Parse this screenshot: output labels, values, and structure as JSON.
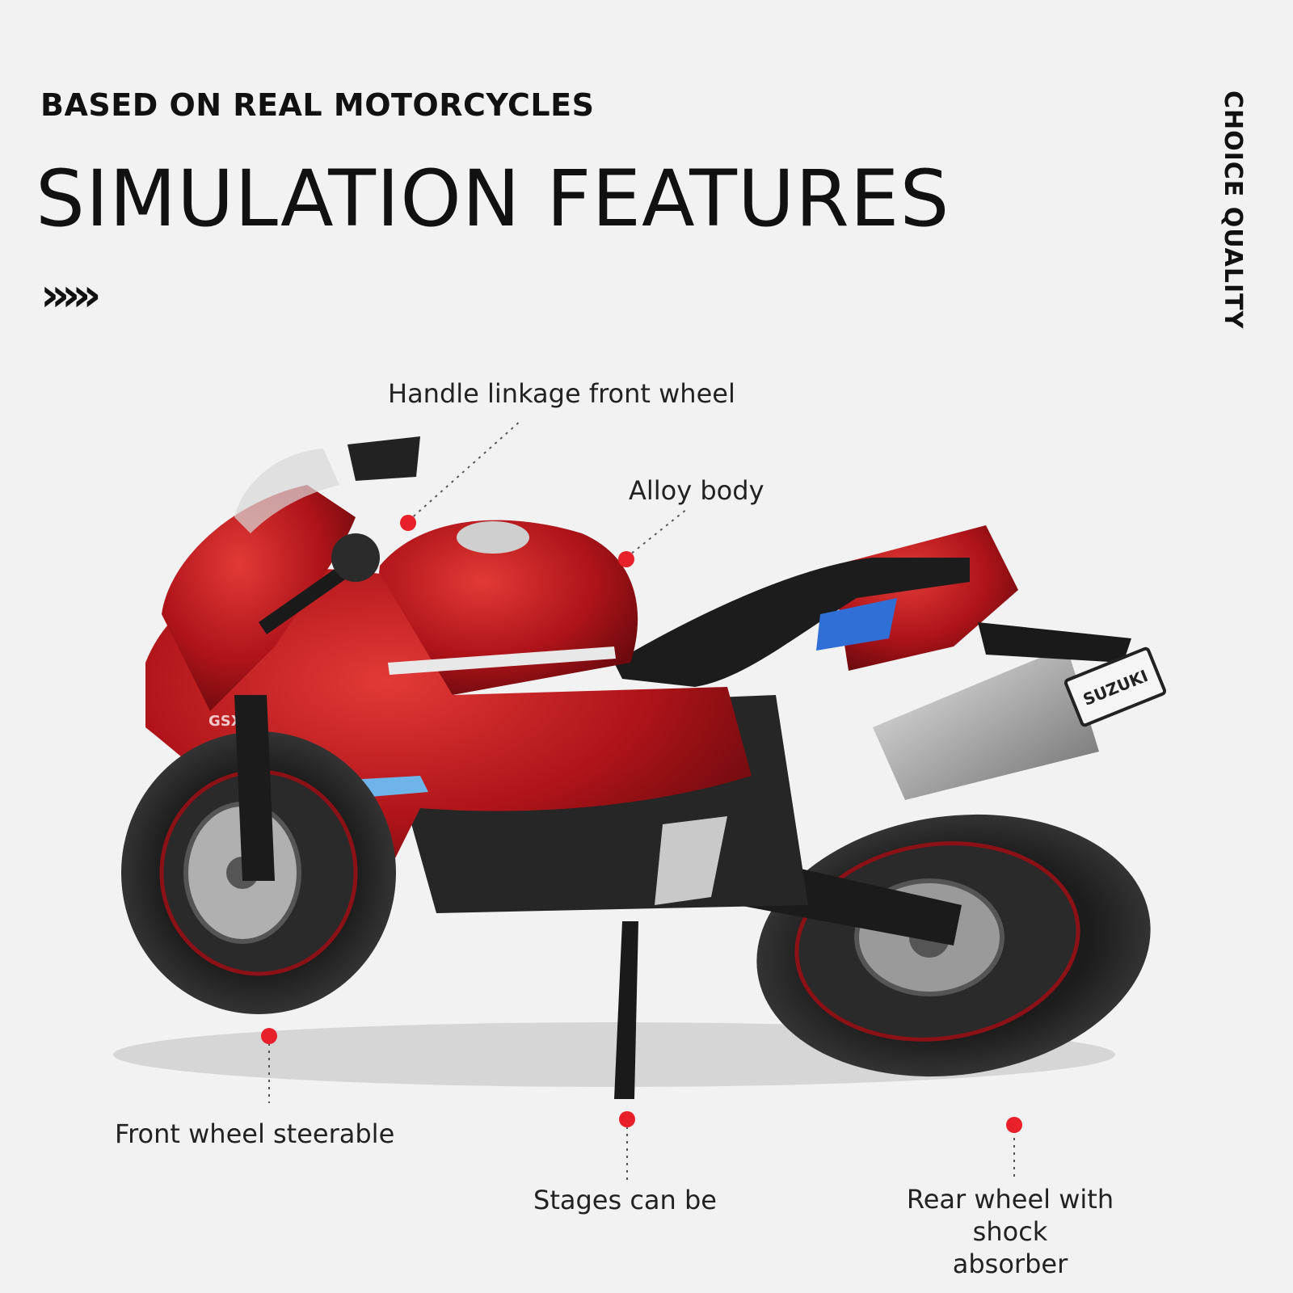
{
  "header": {
    "subtitle": "BASED ON REAL MOTORCYCLES",
    "title": "SIMULATION FEATURES",
    "chevrons": "›››››"
  },
  "side_text": "CHOICE QUALITY",
  "features": {
    "handle": "Handle linkage front wheel",
    "alloy": "Alloy body",
    "front_wheel": "Front wheel steerable",
    "stand": "Stages can be",
    "rear_wheel_1": "Rear wheel with shock",
    "rear_wheel_2": "absorber"
  },
  "motorcycle": {
    "badge": "GSX",
    "plate": "SUZUKI"
  },
  "colors": {
    "body_red": "#b0141a",
    "accent_blue": "#2f6fd6",
    "marker_red": "#e8202a"
  }
}
